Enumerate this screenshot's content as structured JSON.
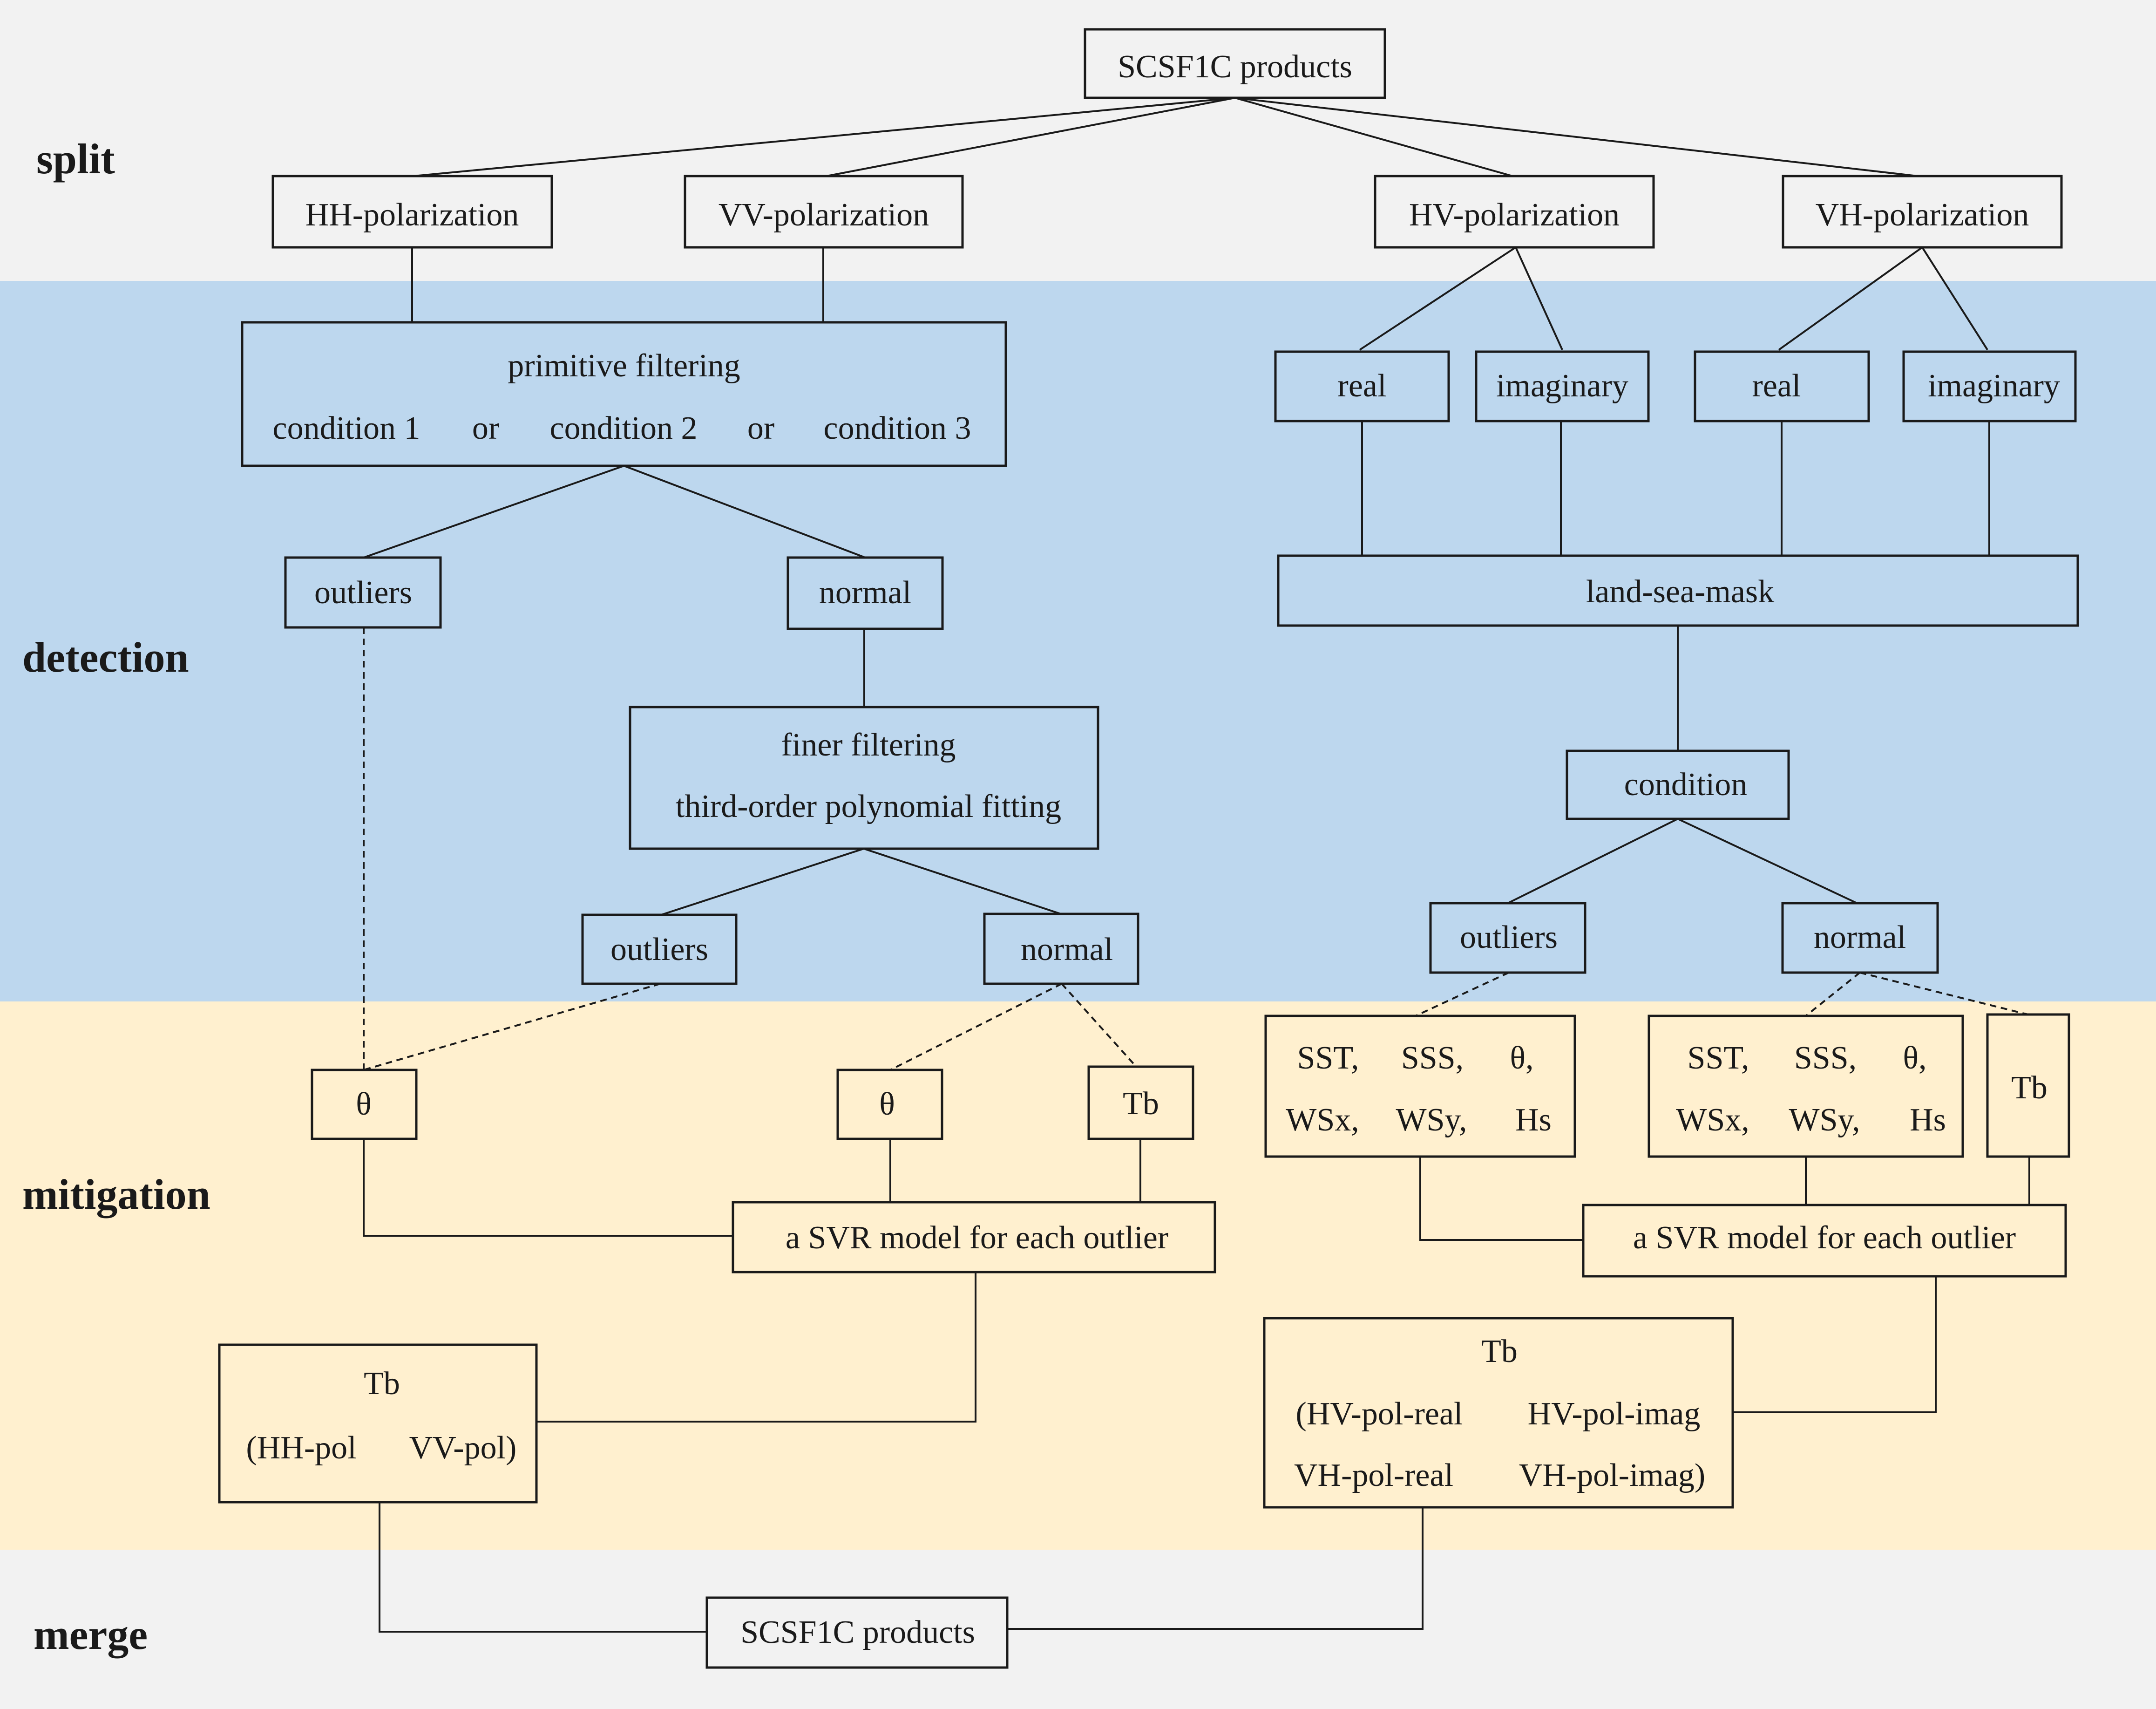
{
  "colors": {
    "split_band": "#f2f2f2",
    "detection_band": "#bdd7ee",
    "mitigation_band": "#fff0cf",
    "merge_band": "#f2f2f2",
    "stroke": "#1a1a1a"
  },
  "stages": {
    "split": "split",
    "detection": "detection",
    "mitigation": "mitigation",
    "merge": "merge"
  },
  "split": {
    "top": "SCSF1C products",
    "hh": "HH-polarization",
    "vv": "VV-polarization",
    "hv": "HV-polarization",
    "vh": "VH-polarization"
  },
  "detection": {
    "primitive_title": "primitive filtering",
    "primitive_cond1": "condition 1",
    "primitive_or1": "or",
    "primitive_cond2": "condition 2",
    "primitive_or2": "or",
    "primitive_cond3": "condition 3",
    "left_outliers": "outliers",
    "left_normal": "normal",
    "finer_title": "finer filtering",
    "finer_method": "third-order polynomial fitting",
    "finer_outliers": "outliers",
    "finer_normal": "normal",
    "hv_real": "real",
    "hv_imag": "imaginary",
    "vh_real": "real",
    "vh_imag": "imaginary",
    "land_sea_mask": "land-sea-mask",
    "condition": "condition",
    "right_outliers": "outliers",
    "right_normal": "normal"
  },
  "mitigation": {
    "theta_a": "θ",
    "theta_b": "θ",
    "tb_left": "Tb",
    "svr_left": "a SVR model for each outlier",
    "out_left_title": "Tb",
    "out_left_hh": "(HH-pol",
    "out_left_vv": "VV-pol)",
    "params_a": {
      "sst": "SST,",
      "sss": "SSS,",
      "theta": "θ,",
      "wsx": "WSx,",
      "wsy": "WSy,",
      "hs": "Hs"
    },
    "params_b": {
      "sst": "SST,",
      "sss": "SSS,",
      "theta": "θ,",
      "wsx": "WSx,",
      "wsy": "WSy,",
      "hs": "Hs"
    },
    "tb_right": "Tb",
    "svr_right": "a SVR model for each outlier",
    "out_right_title": "Tb",
    "out_right_hv_real": "(HV-pol-real",
    "out_right_hv_imag": "HV-pol-imag",
    "out_right_vh_real": "VH-pol-real",
    "out_right_vh_imag": "VH-pol-imag)"
  },
  "merge": {
    "bottom": "SCSF1C products"
  }
}
